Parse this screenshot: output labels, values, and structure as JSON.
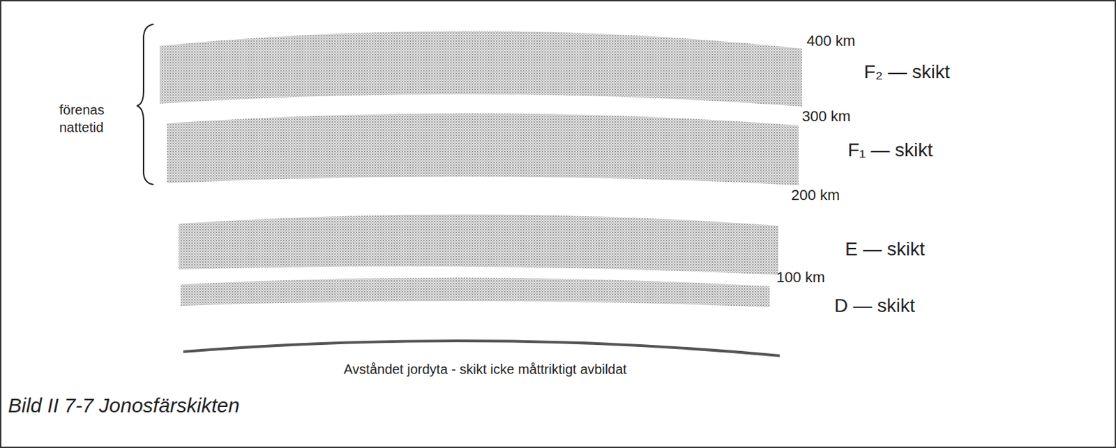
{
  "diagram": {
    "caption": "Bild II 7-7 Jonosfärskikten",
    "labels": [
      "förenas nattetid",
      "400 km",
      "F₂ — skikt",
      "300 km",
      "F₁ — skikt",
      "200 km",
      "E — skikt",
      "100 km",
      "D — skikt",
      "Avståndet jordyta - skikt icke måttriktigt avbildat"
    ]
  }
}
